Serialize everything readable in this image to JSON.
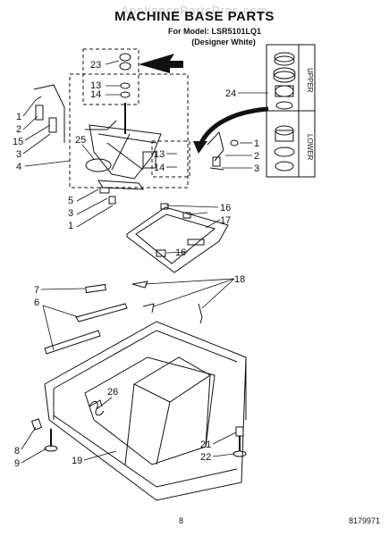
{
  "watermark": "AppliancePartsPros.com",
  "title": "MACHINE BASE PARTS",
  "model_line": "For Model: LSR5101LQ1",
  "color_line": "(Designer White)",
  "panel_labels": {
    "upper": "UPPER",
    "lower": "LOWER"
  },
  "callouts": [
    "23",
    "13",
    "14",
    "1",
    "2",
    "15",
    "3",
    "4",
    "25",
    "13",
    "14",
    "1",
    "2",
    "3",
    "24",
    "5",
    "3",
    "1",
    "16",
    "17",
    "16",
    "7",
    "18",
    "6",
    "26",
    "8",
    "9",
    "19",
    "21",
    "22"
  ],
  "page_number": "8",
  "document_number": "8179971"
}
